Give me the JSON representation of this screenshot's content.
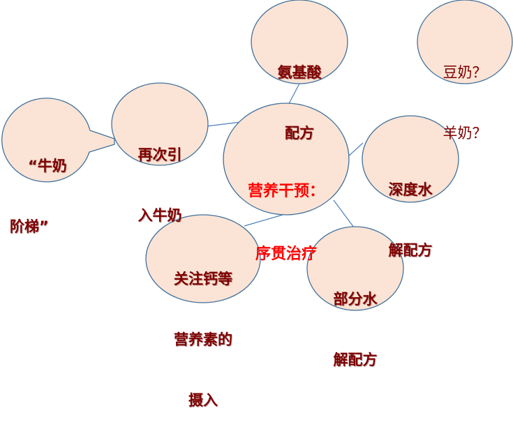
{
  "diagram": {
    "type": "mind-map",
    "colors": {
      "node_fill": "#fbe4d5",
      "node_stroke": "#41719c",
      "connector": "#4a7ebb",
      "text_dark_red": "#7f0000",
      "center_text": "#ff0000"
    },
    "center": {
      "lines": [
        "营养干预：",
        "序贯治疗"
      ]
    },
    "nodes": {
      "amino_acid": {
        "lines": [
          "氨基酸",
          "配方"
        ]
      },
      "soy_goat": {
        "lines": [
          "豆奶？",
          "羊奶？"
        ]
      },
      "reintroduce": {
        "lines": [
          "再次引",
          "入牛奶"
        ]
      },
      "milk_ladder": {
        "lines": [
          "“牛奶",
          "阶梯”"
        ]
      },
      "extensive_hydrolysate": {
        "lines": [
          "深度水",
          "解配方"
        ]
      },
      "calcium": {
        "lines": [
          "关注钙等",
          "营养素的",
          "摄入"
        ]
      },
      "partial_hydrolysate": {
        "lines": [
          "部分水",
          "解配方"
        ]
      }
    }
  }
}
